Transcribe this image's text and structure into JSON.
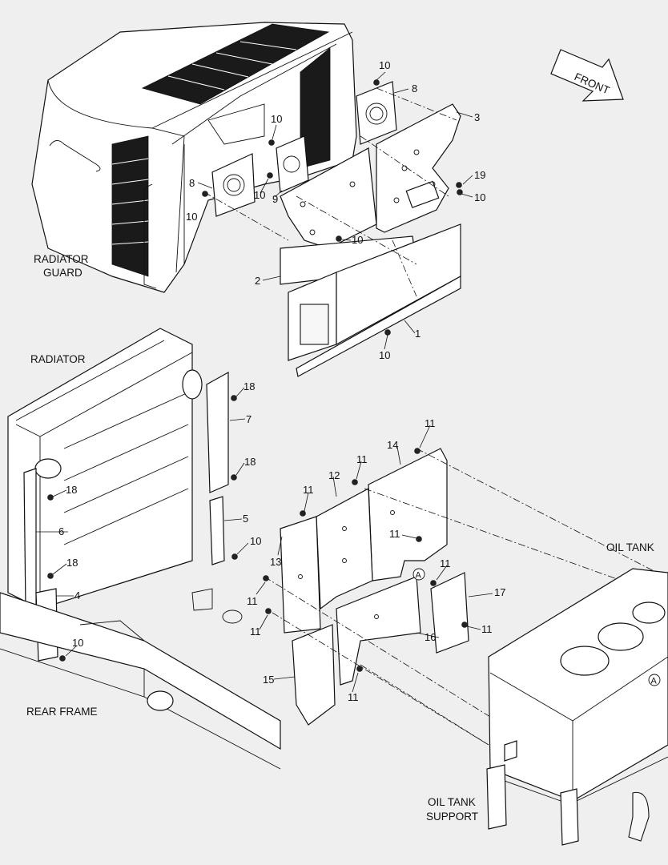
{
  "direction_label": "FRONT",
  "assemblies": {
    "radiator_guard": "RADIATOR GUARD",
    "radiator": "RADIATOR",
    "rear_frame": "REAR FRAME",
    "oil_tank": "OIL TANK",
    "oil_tank_support": "OIL TANK SUPPORT"
  },
  "callouts": {
    "c1": "1",
    "c2": "2",
    "c3": "3",
    "c4": "4",
    "c5": "5",
    "c6": "6",
    "c7": "7",
    "c8a": "8",
    "c8b": "8",
    "c9": "9",
    "c10a": "10",
    "c10b": "10",
    "c10c": "10",
    "c10d": "10",
    "c10e": "10",
    "c10f": "10",
    "c10g": "10",
    "c10h": "10",
    "c10i": "10",
    "c11a": "11",
    "c11b": "11",
    "c11c": "11",
    "c11d": "11",
    "c11e": "11",
    "c11f": "11",
    "c11g": "11",
    "c11h": "11",
    "c11i": "11",
    "c12": "12",
    "c13": "13",
    "c14": "14",
    "c15": "15",
    "c16": "16",
    "c17": "17",
    "c18a": "18",
    "c18b": "18",
    "c18c": "18",
    "c18d": "18",
    "c19": "19"
  },
  "reference_marks": {
    "a1": "A",
    "a2": "A"
  }
}
